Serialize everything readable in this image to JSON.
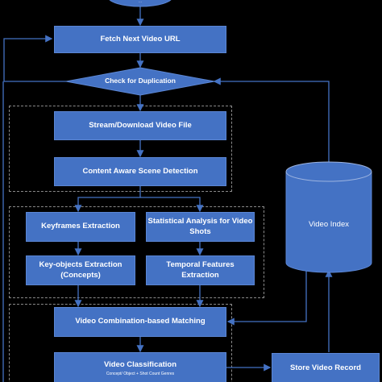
{
  "nodes": {
    "start_label": "···",
    "fetch": "Fetch Next Video URL",
    "dup": "Check for Duplication",
    "stream": "Stream/Download Video File",
    "scene": "Content Aware Scene Detection",
    "keyframes": "Keyframes Extraction",
    "stats": "Statistical Analysis for Video Shots",
    "keyobj": "Key-objects Extraction (Concepts)",
    "temporal": "Temporal Features Extraction",
    "matching": "Video Combination-based Matching",
    "classification": "Video Classification",
    "classification_sub": "Concept/ Object + Shot Count Genres",
    "store": "Store Video Record",
    "index": "Video Index"
  },
  "colors": {
    "box_fill": "#4472c4",
    "line": "#4472c4",
    "dashed_border": "#8a8a8a",
    "background": "#000000"
  }
}
